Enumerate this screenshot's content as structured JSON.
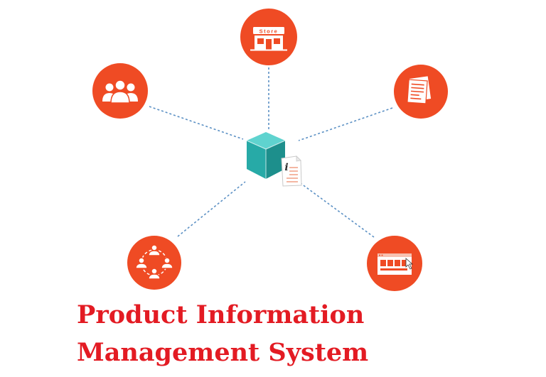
{
  "colors": {
    "node": "#ef4b24",
    "connector": "#5b90c4",
    "hub_cube": "#2bb5b2",
    "title": "#e31b23"
  },
  "hub": {
    "icon": "cube-with-info-document-icon",
    "document_glyph": "i"
  },
  "nodes": [
    {
      "id": "top",
      "icon": "store-icon",
      "sign_text": "Store"
    },
    {
      "id": "upper-right",
      "icon": "documents-icon"
    },
    {
      "id": "lower-right",
      "icon": "web-browser-icon"
    },
    {
      "id": "lower-left",
      "icon": "people-network-icon"
    },
    {
      "id": "upper-left",
      "icon": "group-of-people-icon"
    }
  ],
  "title": {
    "line1": "Product Information",
    "line2": "Management System"
  }
}
